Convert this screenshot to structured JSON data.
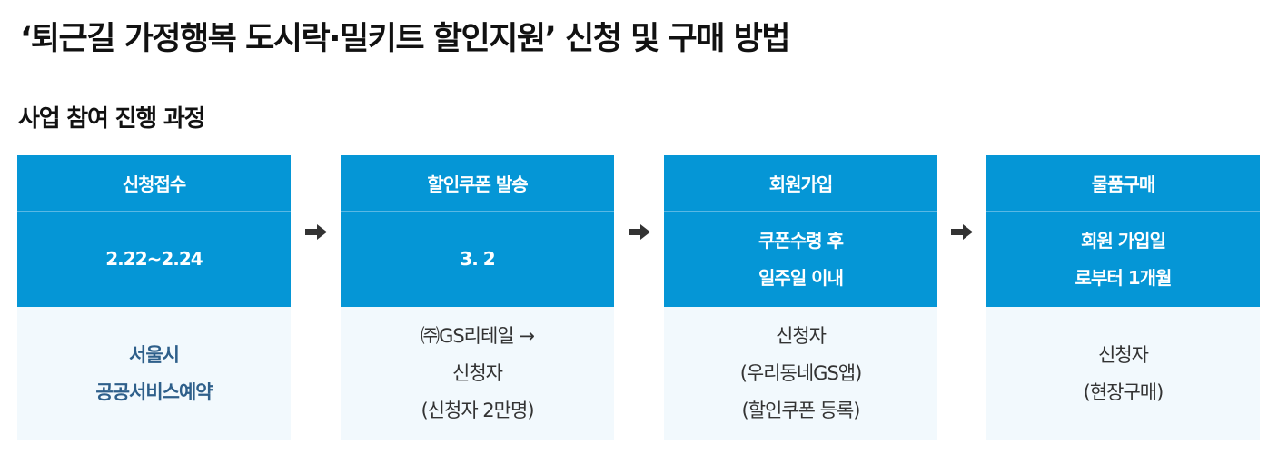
{
  "page": {
    "title": "‘퇴근길 가정행복 도시락·밀키트 할인지원’ 신청 및 구매 방법",
    "subtitle": "사업 참여 진행 과정"
  },
  "colors": {
    "header_blue": "#0596d6",
    "divider": "#5ab8e4",
    "body_bg": "#f2f9fd",
    "highlight_text": "#2e5f8a",
    "arrow": "#333333"
  },
  "steps": [
    {
      "label": "신청접수",
      "period_lines": [
        "2.22~2.24"
      ],
      "actor_lines": [
        "서울시",
        "공공서비스예약"
      ],
      "actor_emphasis": true
    },
    {
      "label": "할인쿠폰 발송",
      "period_lines": [
        "3. 2"
      ],
      "actor_lines": [
        "㈜GS리테일 →",
        "신청자",
        "(신청자 2만명)"
      ],
      "actor_emphasis": false
    },
    {
      "label": "회원가입",
      "period_lines": [
        "쿠폰수령 후",
        "일주일 이내"
      ],
      "actor_lines": [
        "신청자",
        "(우리동네GS앱)",
        "(할인쿠폰 등록)"
      ],
      "actor_emphasis": false
    },
    {
      "label": "물품구매",
      "period_lines": [
        "회원 가입일",
        "로부터 1개월"
      ],
      "actor_lines": [
        "신청자",
        "(현장구매)"
      ],
      "actor_emphasis": false
    }
  ],
  "arrows": [
    {
      "icon": "right-arrow-icon"
    },
    {
      "icon": "right-arrow-icon"
    },
    {
      "icon": "right-arrow-icon"
    }
  ]
}
